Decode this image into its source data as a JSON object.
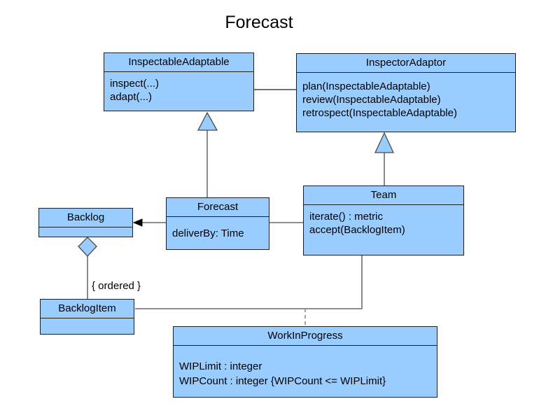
{
  "diagram_title": "Forecast",
  "colors": {
    "background": "#FFFFFF",
    "box_fill": "#99CCFF",
    "box_border": "#1F1F1F",
    "connector": "#4A4A4A",
    "dashed_connector": "#8C8C8C",
    "arrowhead": "#000000",
    "text": "#000000"
  },
  "classes": [
    {
      "name": "InspectableAdaptable",
      "members": [
        "inspect(...)",
        "adapt(...)"
      ]
    },
    {
      "name": "InspectorAdaptor",
      "members": [
        "plan(InspectableAdaptable)",
        "review(InspectableAdaptable)",
        "retrospect(InspectableAdaptable)"
      ]
    },
    {
      "name": "Forecast",
      "members": [
        "deliverBy: Time"
      ]
    },
    {
      "name": "Team",
      "members": [
        "iterate() : metric",
        "accept(BacklogItem)"
      ]
    },
    {
      "name": "Backlog",
      "members": []
    },
    {
      "name": "BacklogItem",
      "members": []
    },
    {
      "name": "WorkInProgress",
      "members": [
        "WIPLimit : integer",
        "WIPCount : integer {WIPCount <= WIPLimit}"
      ]
    }
  ],
  "labels": {
    "ordered": "{ ordered }"
  },
  "relationships": [
    {
      "type": "association",
      "from": "InspectableAdaptable",
      "to": "InspectorAdaptor"
    },
    {
      "type": "generalization",
      "from": "Forecast",
      "to": "InspectableAdaptable"
    },
    {
      "type": "generalization",
      "from": "Team",
      "to": "InspectorAdaptor"
    },
    {
      "type": "directed-association",
      "from": "Forecast",
      "to": "Backlog"
    },
    {
      "type": "association",
      "from": "Forecast",
      "to": "Team"
    },
    {
      "type": "aggregation",
      "whole": "Backlog",
      "part": "BacklogItem",
      "constraint": "{ ordered }"
    },
    {
      "type": "association",
      "from": "Team",
      "to": "BacklogItem"
    },
    {
      "type": "dashed-link",
      "from": "Team-BacklogItem association",
      "to": "WorkInProgress"
    }
  ]
}
